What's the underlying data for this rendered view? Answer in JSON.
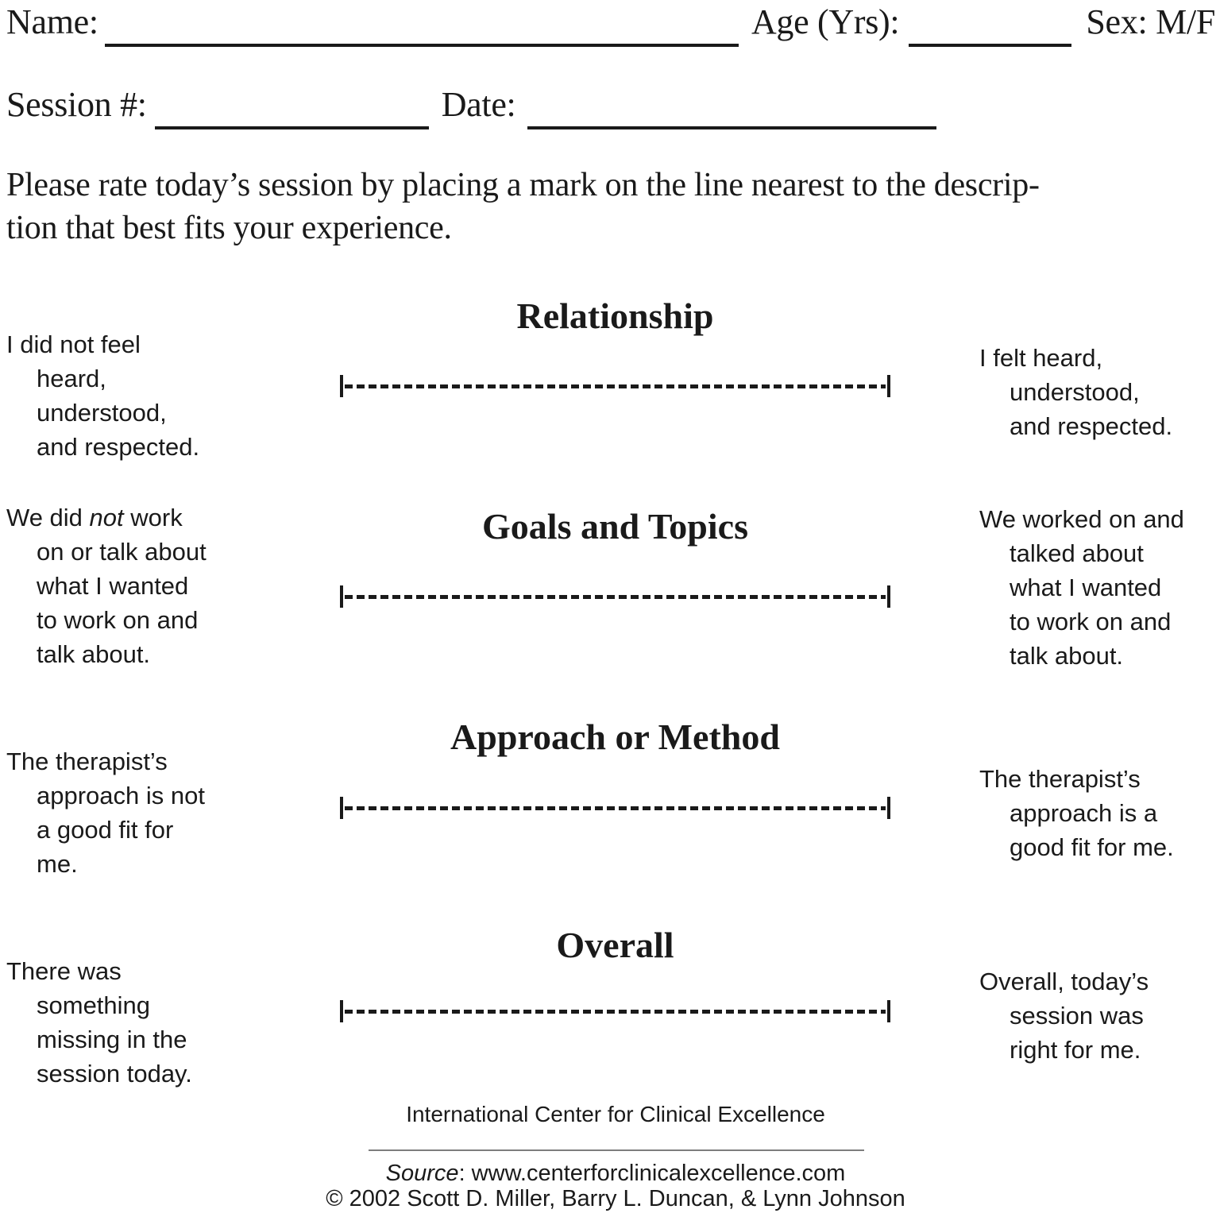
{
  "header": {
    "name_label": "Name:",
    "age_label": "Age (Yrs):",
    "sex_label": "Sex: M/F",
    "session_label": "Session #:",
    "date_label": "Date:"
  },
  "instructions": "Please rate today’s session by placing a mark on the line nearest to the descrip-\ntion that best fits your experience.",
  "scales": [
    {
      "title": "Relationship",
      "left": [
        "I did not feel",
        "heard,",
        "understood,",
        "and respected."
      ],
      "right": [
        "I felt heard,",
        "understood,",
        "and respected."
      ]
    },
    {
      "title": "Goals and Topics",
      "left_first": {
        "pre": "We did ",
        "italic": "not",
        "post": " work"
      },
      "left_rest": [
        "on or talk about",
        "what I wanted",
        "to work on and",
        "talk about."
      ],
      "right": [
        "We worked on and",
        "talked about",
        "what I wanted",
        "to work on and",
        "talk about."
      ]
    },
    {
      "title": "Approach or Method",
      "left": [
        "The therapist’s",
        "approach is not",
        "a good fit for",
        "me."
      ],
      "right": [
        "The therapist’s",
        "approach is a",
        "good fit for me."
      ]
    },
    {
      "title": "Overall",
      "left": [
        "There was",
        "something",
        "missing in the",
        "session today."
      ],
      "right": [
        "Overall, today’s",
        "session was",
        "right for me."
      ]
    }
  ],
  "footer": {
    "organization": "International Center for Clinical Excellence",
    "source_label": "Source",
    "source_rest": ": www.centerforclinicalexcellence.com",
    "copyright": "© 2002 Scott D. Miller, Barry L. Duncan, & Lynn Johnson"
  },
  "colors": {
    "ink": "#1a1a1a",
    "divider": "#7d7d7d"
  }
}
